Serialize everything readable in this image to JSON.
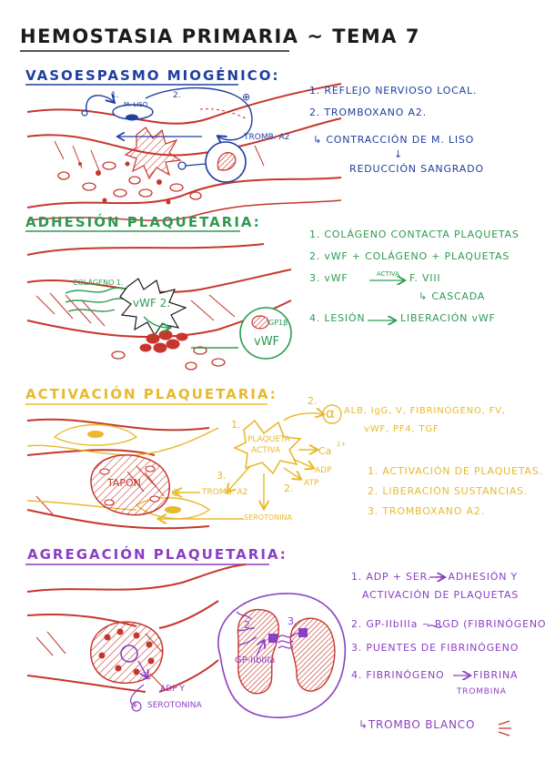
{
  "title": "HEMOSTASIA PRIMARIA ~ TEMA 7",
  "colors": {
    "section1": "#1f3fa0",
    "section2": "#2e9a52",
    "section3": "#e8b92a",
    "section4": "#8a3fc4",
    "vessel": "#c6362d",
    "cell": "#c6362d",
    "ink": "#1b1b1b"
  },
  "sections": [
    {
      "title": "VASOESPASMO MIOGÉNICO:",
      "notes": [
        "1. REFLEJO NERVIOSO LOCAL.",
        "2. TROMBOXANO A2.",
        "↳ CONTRACCIÓN DE M. LISO",
        "↓",
        "REDUCCIÓN SANGRADO"
      ],
      "labels": {
        "n1": "1.",
        "n2": "2.",
        "mliso": "M. LISO",
        "plus": "⊕",
        "tromb": "TROMB. A2"
      }
    },
    {
      "title": "ADHESIÓN PLAQUETARIA:",
      "notes": [
        "1. COLÁGENO CONTACTA PLAQUETAS",
        "2. vWF + COLÁGENO + PLAQUETAS",
        "3. vWF",
        "ACTIVA",
        "F. VIII",
        "↳ CASCADA",
        "4. LESIÓN",
        "LIBERACIÓN vWF"
      ],
      "labels": {
        "colageno": "COLÁGENO 1.",
        "vwf": "vWF 2.",
        "gp": "GP1β",
        "vwf2": "vWF"
      }
    },
    {
      "title": "ACTIVACIÓN PLAQUETARIA:",
      "notes": [
        "1. ACTIVACIÓN DE PLAQUETAS.",
        "2. LIBERACIÓN SUSTANCIAS.",
        "3. TROMBOXANO A2."
      ],
      "labels": {
        "n1": "1.",
        "n2": "2.",
        "n2b": "2.",
        "n3": "3.",
        "alpha": "α",
        "alb1": "ALB, IgG, V, FIBRINÓGENO, FV,",
        "alb2": "vWF, PF4, TGF",
        "plaqueta1": "PLAQUETA",
        "plaqueta2": "ACTIVA",
        "ca": "Ca",
        "ca_sup": "2+",
        "adp": "ADP",
        "atp": "ATP",
        "tromb": "TROMB. A2",
        "serotonina": "SEROTONINA",
        "tapon": "TAPÓN",
        "plus": "⊕"
      }
    },
    {
      "title": "AGREGACIÓN PLAQUETARIA:",
      "notes": [
        "1. ADP + SER. → ADHESIÓN Y",
        "ACTIVACIÓN DE PLAQUETAS",
        "2. GP-IIbIIIa ~ RGD (FIBRINÓGENO)",
        "3. PUENTES DE FIBRINÓGENO",
        "4. FIBRINÓGENO",
        "FIBRINA",
        "TROMBINA",
        "↳TROMBO BLANCO"
      ],
      "labels": {
        "n1": "1.",
        "adp": "ADP Y",
        "sero": "SEROTONINA",
        "plus": "⊕",
        "n2": "2.",
        "n3": "3.",
        "gp": "GP-IIbIIIa"
      }
    }
  ]
}
